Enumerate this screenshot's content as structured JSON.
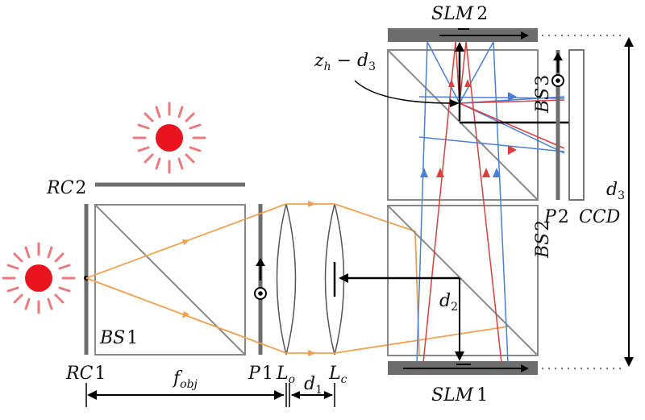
{
  "labels": {
    "slm2": "SLM",
    "slm2_num": "2",
    "slm1": "SLM",
    "slm1_num": "1",
    "rc1": "RC",
    "rc1_num": "1",
    "rc2": "RC",
    "rc2_num": "2",
    "bs1": "BS",
    "bs1_num": "1",
    "bs2": "BS",
    "bs2_num": "2",
    "bs3": "BS",
    "bs3_num": "3",
    "p1": "P",
    "p1_num": "1",
    "p2": "P",
    "p2_num": "2",
    "ccd": "CCD",
    "lo": "L",
    "lo_sub": "o",
    "lc": "L",
    "lc_sub": "c",
    "fobj": "f",
    "fobj_sub": "obj",
    "d1": "d",
    "d1_sub": "1",
    "d2": "d",
    "d2_sub": "2",
    "d3": "d",
    "d3_sub": "3",
    "zh": "z",
    "zh_sub": "h",
    "zh_minus": " − d",
    "zh_sub2": "3"
  },
  "colors": {
    "orange_beam": "#f0a050",
    "red_beam": "#d94040",
    "blue_beam": "#4a7fd4",
    "source": "#e8141e",
    "ray_glow": "#ea7a7e",
    "slm_bar": "#6d6d6d",
    "cube": "#888888"
  }
}
